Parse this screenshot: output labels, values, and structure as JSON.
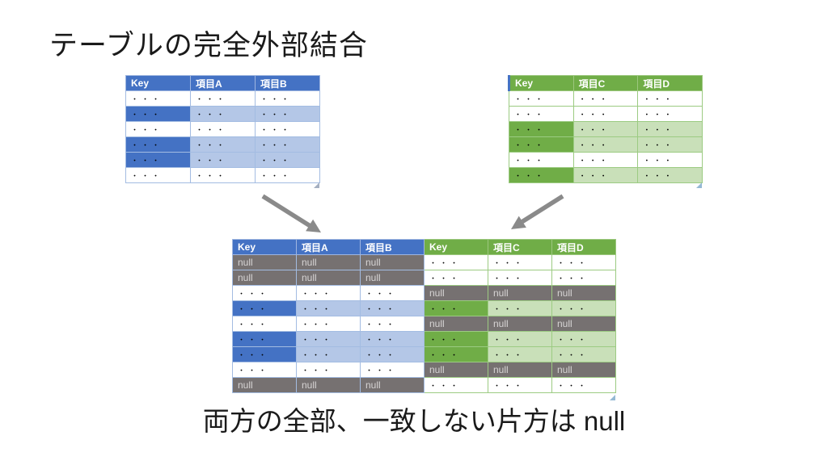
{
  "slide": {
    "title": "テーブルの完全外部結合",
    "caption": "両方の全部、一致しない片方は null"
  },
  "colors": {
    "blue_dark": "#4472C4",
    "blue_light": "#B4C7E7",
    "green_dark": "#70AD47",
    "green_light": "#C9E0B9",
    "null_bg": "#767171",
    "null_text": "#D6D4D4",
    "arrow_gray": "#8A8A8A"
  },
  "table_a": {
    "headers": [
      "Key",
      "項目A",
      "項目B"
    ],
    "rows": [
      {
        "variant": "plain",
        "cells": [
          "・・・",
          "・・・",
          "・・・"
        ]
      },
      {
        "variant": "matched",
        "cells": [
          "・・・",
          "・・・",
          "・・・"
        ]
      },
      {
        "variant": "plain",
        "cells": [
          "・・・",
          "・・・",
          "・・・"
        ]
      },
      {
        "variant": "matched",
        "cells": [
          "・・・",
          "・・・",
          "・・・"
        ]
      },
      {
        "variant": "matched",
        "cells": [
          "・・・",
          "・・・",
          "・・・"
        ]
      },
      {
        "variant": "plain",
        "cells": [
          "・・・",
          "・・・",
          "・・・"
        ]
      }
    ]
  },
  "table_b": {
    "headers": [
      "Key",
      "項目C",
      "項目D"
    ],
    "rows": [
      {
        "variant": "plain",
        "cells": [
          "・・・",
          "・・・",
          "・・・"
        ]
      },
      {
        "variant": "plain",
        "cells": [
          "・・・",
          "・・・",
          "・・・"
        ]
      },
      {
        "variant": "matched",
        "cells": [
          "・・・",
          "・・・",
          "・・・"
        ]
      },
      {
        "variant": "matched",
        "cells": [
          "・・・",
          "・・・",
          "・・・"
        ]
      },
      {
        "variant": "plain",
        "cells": [
          "・・・",
          "・・・",
          "・・・"
        ]
      },
      {
        "variant": "matched",
        "cells": [
          "・・・",
          "・・・",
          "・・・"
        ]
      }
    ]
  },
  "joined": {
    "left_headers": [
      "Key",
      "項目A",
      "項目B"
    ],
    "right_headers": [
      "Key",
      "項目C",
      "項目D"
    ],
    "rows": [
      {
        "left": {
          "variant": "null",
          "cells": [
            "null",
            "null",
            "null"
          ]
        },
        "right": {
          "variant": "plain",
          "cells": [
            "・・・",
            "・・・",
            "・・・"
          ]
        }
      },
      {
        "left": {
          "variant": "null",
          "cells": [
            "null",
            "null",
            "null"
          ]
        },
        "right": {
          "variant": "plain",
          "cells": [
            "・・・",
            "・・・",
            "・・・"
          ]
        }
      },
      {
        "left": {
          "variant": "plain",
          "cells": [
            "・・・",
            "・・・",
            "・・・"
          ]
        },
        "right": {
          "variant": "null",
          "cells": [
            "null",
            "null",
            "null"
          ]
        }
      },
      {
        "left": {
          "variant": "matched",
          "cells": [
            "・・・",
            "・・・",
            "・・・"
          ]
        },
        "right": {
          "variant": "matched",
          "cells": [
            "・・・",
            "・・・",
            "・・・"
          ]
        }
      },
      {
        "left": {
          "variant": "plain",
          "cells": [
            "・・・",
            "・・・",
            "・・・"
          ]
        },
        "right": {
          "variant": "null",
          "cells": [
            "null",
            "null",
            "null"
          ]
        }
      },
      {
        "left": {
          "variant": "matched",
          "cells": [
            "・・・",
            "・・・",
            "・・・"
          ]
        },
        "right": {
          "variant": "matched",
          "cells": [
            "・・・",
            "・・・",
            "・・・"
          ]
        }
      },
      {
        "left": {
          "variant": "matched",
          "cells": [
            "・・・",
            "・・・",
            "・・・"
          ]
        },
        "right": {
          "variant": "matched",
          "cells": [
            "・・・",
            "・・・",
            "・・・"
          ]
        }
      },
      {
        "left": {
          "variant": "plain",
          "cells": [
            "・・・",
            "・・・",
            "・・・"
          ]
        },
        "right": {
          "variant": "null",
          "cells": [
            "null",
            "null",
            "null"
          ]
        }
      },
      {
        "left": {
          "variant": "null",
          "cells": [
            "null",
            "null",
            "null"
          ]
        },
        "right": {
          "variant": "plain",
          "cells": [
            "・・・",
            "・・・",
            "・・・"
          ]
        }
      }
    ]
  }
}
